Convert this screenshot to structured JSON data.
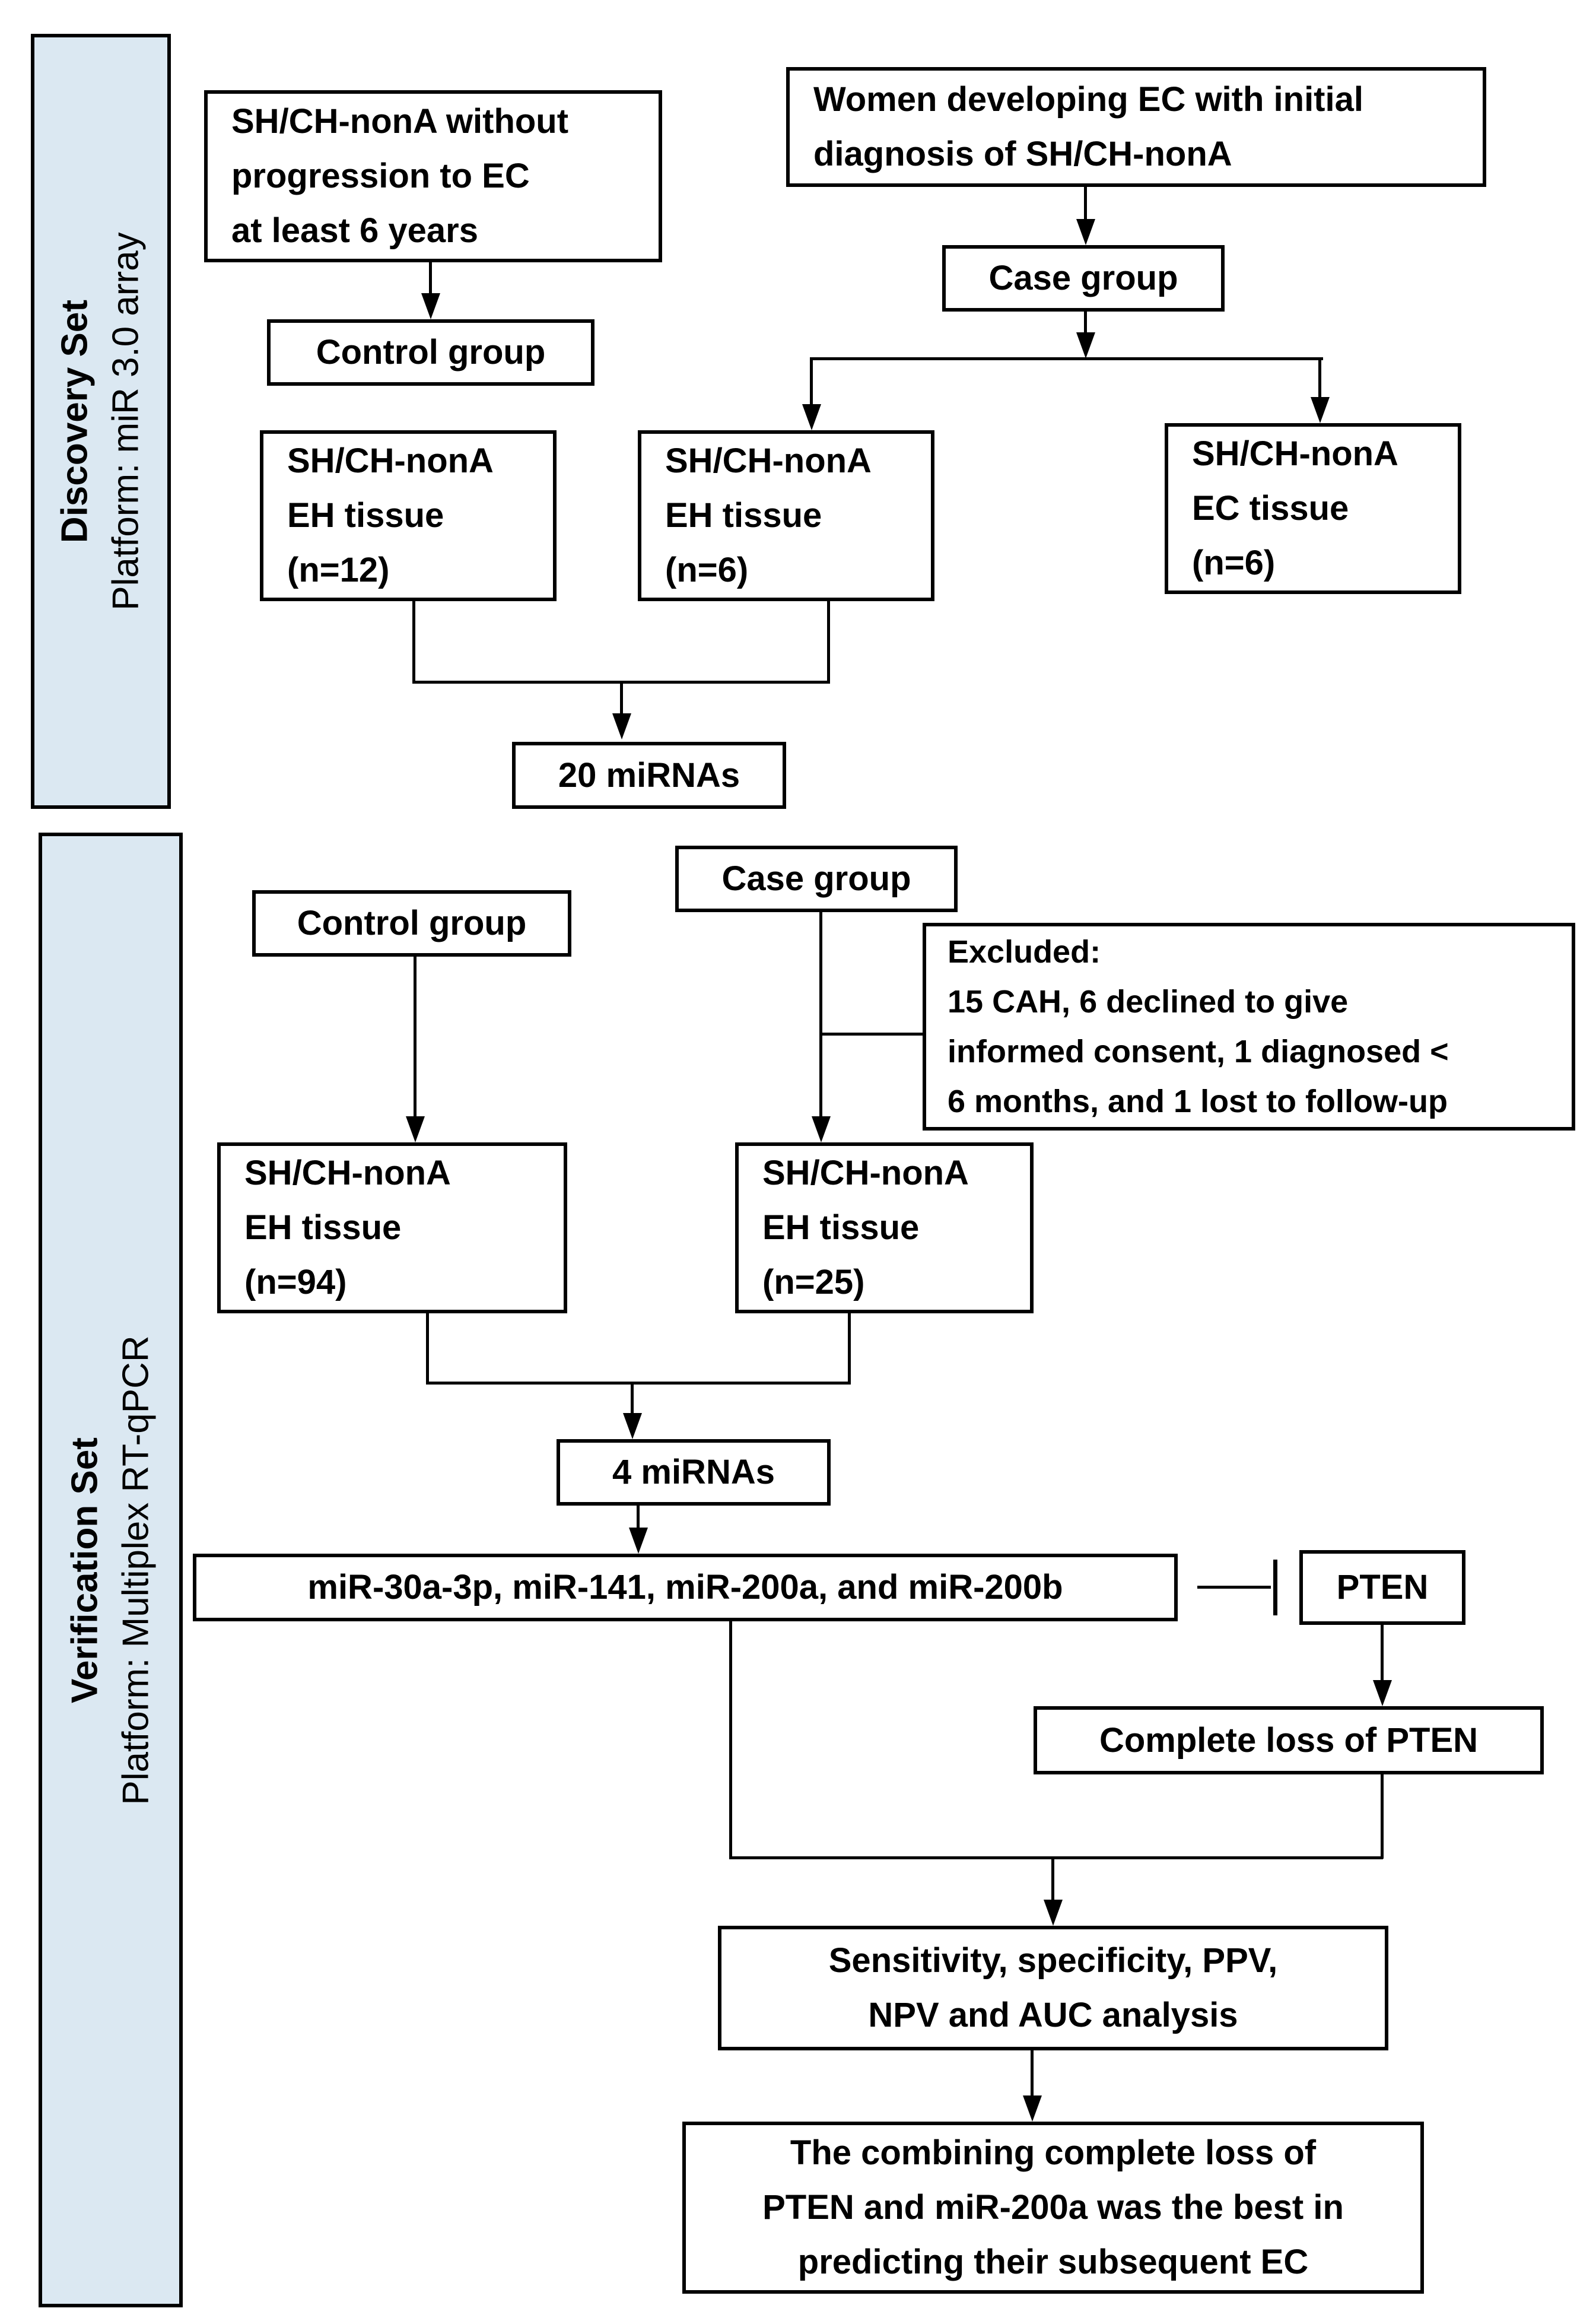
{
  "palette": {
    "sidebar_fill": "#dbe8f2",
    "line_color": "#000000",
    "box_fill": "#ffffff"
  },
  "sidebars": {
    "discovery": {
      "title": "Discovery Set",
      "platform": "Platform: miR 3.0 array"
    },
    "verification": {
      "title": "Verification Set",
      "platform": "Platform: Multiplex RT-qPCR"
    }
  },
  "boxes": {
    "no_progression": {
      "lines": [
        "SH/CH-nonA without",
        "progression to EC",
        "at least 6 years"
      ]
    },
    "women_ec": {
      "lines": [
        "Women developing EC with initial",
        "diagnosis of SH/CH-nonA"
      ]
    },
    "control_group_1": {
      "label": "Control group"
    },
    "case_group_1": {
      "label": "Case group"
    },
    "eh_n12": {
      "lines": [
        "SH/CH-nonA",
        "EH tissue",
        "(n=12)"
      ]
    },
    "eh_n6": {
      "lines": [
        "SH/CH-nonA",
        "EH tissue",
        "(n=6)"
      ]
    },
    "ec_n6": {
      "lines": [
        "SH/CH-nonA",
        "EC tissue",
        "(n=6)"
      ]
    },
    "mirnas_20": {
      "label": "20 miRNAs"
    },
    "case_group_2": {
      "label": "Case group"
    },
    "control_group_2": {
      "label": "Control group"
    },
    "excluded": {
      "lines": [
        "Excluded:",
        "15 CAH, 6 declined to give",
        "informed consent, 1 diagnosed <",
        "6 months, and 1 lost to follow-up"
      ]
    },
    "eh_n94": {
      "lines": [
        "SH/CH-nonA",
        "EH tissue",
        "(n=94)"
      ]
    },
    "eh_n25": {
      "lines": [
        "SH/CH-nonA",
        "EH tissue",
        "(n=25)"
      ]
    },
    "mirnas_4": {
      "label": "4 miRNAs"
    },
    "mir_panel": {
      "label": "miR-30a-3p, miR-141, miR-200a, and miR-200b"
    },
    "pten": {
      "label": "PTEN"
    },
    "pten_loss": {
      "label": "Complete loss of PTEN"
    },
    "analysis": {
      "lines": [
        "Sensitivity, specificity, PPV,",
        "NPV and AUC analysis"
      ]
    },
    "conclusion": {
      "lines": [
        "The combining complete loss of",
        "PTEN and miR-200a was the best in",
        "predicting their subsequent EC"
      ]
    }
  }
}
